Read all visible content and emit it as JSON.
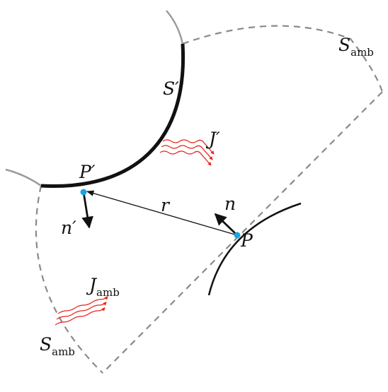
{
  "diagram": {
    "labels": {
      "s_amb_top": {
        "main": "S",
        "sub": "amb"
      },
      "s_prime": "S′",
      "j_prime": "J′",
      "p_prime": "P′",
      "r": "r",
      "n": "n",
      "p": "P",
      "n_prime": "n′",
      "j_amb": {
        "main": "J",
        "sub": "amb"
      },
      "s_amb_bottom": {
        "main": "S",
        "sub": "amb"
      }
    },
    "colors": {
      "surface": "#111111",
      "surface_faded": "#9a9a9a",
      "ambient_boundary": "#8a8a8a",
      "radiation": "#e8231b",
      "point": "#1aa3e0",
      "vector": "#111111"
    }
  }
}
